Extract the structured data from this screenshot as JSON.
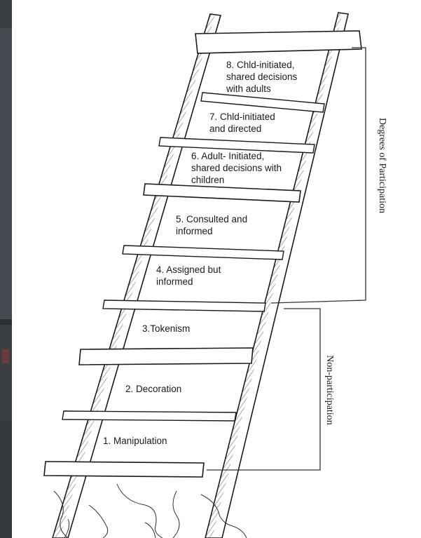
{
  "diagram": {
    "rungs": [
      {
        "level": 8,
        "label": "8. Chld-initiated, shared decisions with adults"
      },
      {
        "level": 7,
        "label": "7. Chld-initiated and directed"
      },
      {
        "level": 6,
        "label": "6. Adult- Initiated, shared decisions with children"
      },
      {
        "level": 5,
        "label": "5. Consulted and informed"
      },
      {
        "level": 4,
        "label": "4. Assigned but informed"
      },
      {
        "level": 3,
        "label": "3.Tokenism"
      },
      {
        "level": 2,
        "label": "2. Decoration"
      },
      {
        "level": 1,
        "label": "1. Manipulation"
      }
    ],
    "brackets": {
      "participation": "Degrees of Participation",
      "non_participation": "Non-participation"
    }
  },
  "colors": {
    "ink": "#1a1a1a",
    "paper": "#ffffff",
    "backdrop": "#3a3d42"
  }
}
